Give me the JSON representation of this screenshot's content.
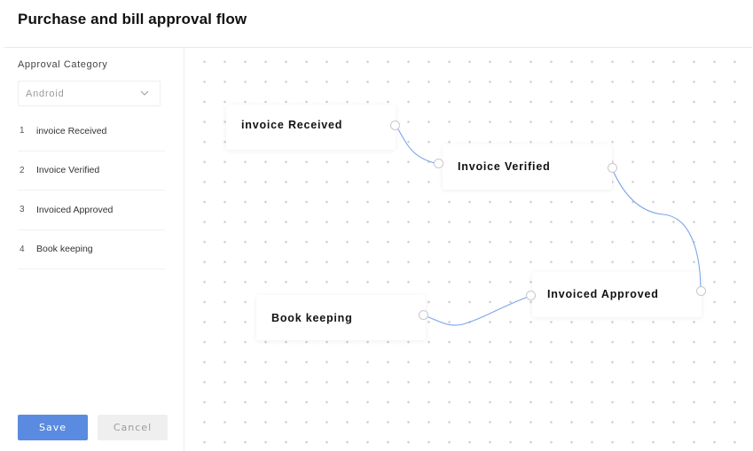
{
  "header": {
    "title": "Purchase and bill approval flow"
  },
  "sidebar": {
    "category_label": "Approval Category",
    "category_select": {
      "value": "Android",
      "icon": "chevron-down-icon"
    },
    "steps": [
      {
        "number": "1",
        "label": "invoice Received"
      },
      {
        "number": "2",
        "label": "Invoice Verified"
      },
      {
        "number": "3",
        "label": "Invoiced Approved"
      },
      {
        "number": "4",
        "label": "Book keeping"
      }
    ],
    "save_label": "Save",
    "cancel_label": "Cancel"
  },
  "canvas": {
    "nodes": [
      {
        "id": "n1",
        "label": "invoice Received"
      },
      {
        "id": "n2",
        "label": "Invoice Verified"
      },
      {
        "id": "n3",
        "label": "Invoiced Approved"
      },
      {
        "id": "n4",
        "label": "Book keeping"
      }
    ],
    "edges": [
      {
        "from": "invoice Received",
        "to": "Invoice Verified"
      },
      {
        "from": "Invoice Verified",
        "to": "Invoiced Approved"
      },
      {
        "from": "Invoiced Approved",
        "to": "Book keeping"
      }
    ],
    "edge_color": "#7aa4ea",
    "accent_color": "#5b8be0"
  }
}
